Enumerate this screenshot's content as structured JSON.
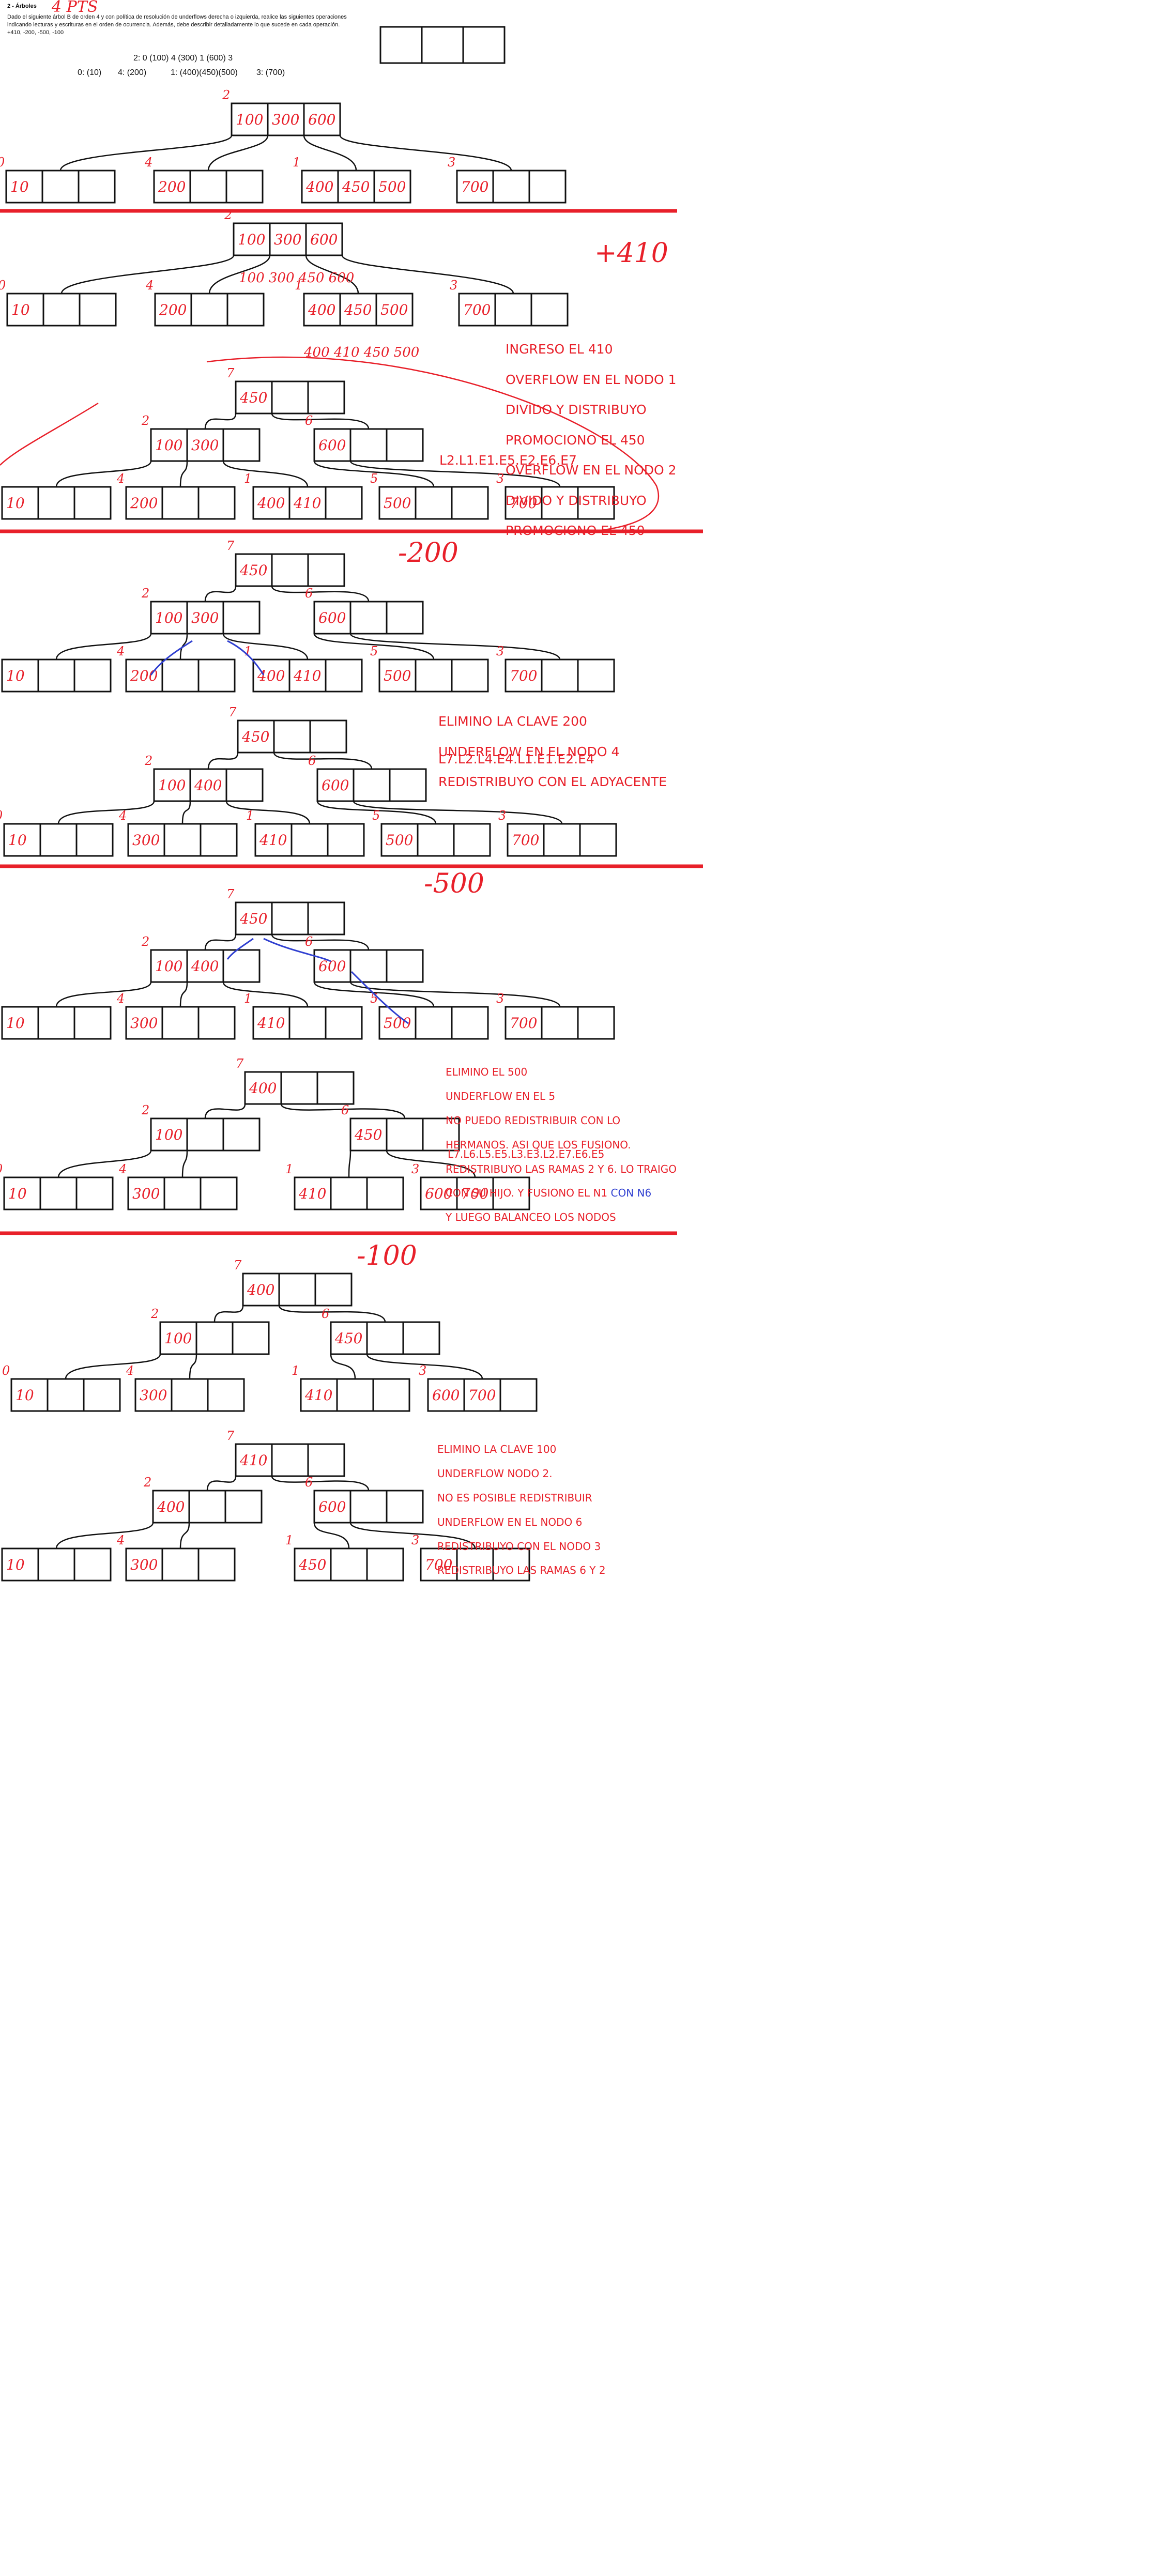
{
  "header": {
    "section": "2 - Árboles",
    "points": "4 PTS",
    "statement": "Dado el siguiente árbol B de orden 4 y con política de resolución de underflows derecha o izquierda, realice las siguientes operaciones indicando lecturas y escrituras en el orden de ocurrencia. Además, debe describir detalladamente lo que sucede en cada operación. +410, -200, -500, -100",
    "initial_tree": [
      "2: 0 (100) 4 (300) 1 (600) 3",
      "0: (10)",
      "4: (200)",
      "1: (400)(450)(500)",
      "3: (700)"
    ]
  },
  "operations": [
    "+410",
    "-200",
    "-500",
    "-100"
  ],
  "notes": {
    "insert_410": [
      "INGRESO EL 410",
      "OVERFLOW EN EL NODO 1",
      "DIVIDO Y DISTRIBUYO",
      "PROMOCIONO EL 450",
      "OVERFLOW EN EL NODO 2",
      "DIVIDO Y DISTRIBUYO",
      "PROMOCIONO EL 450"
    ],
    "insert_410_io": "L2.L1.E1.E5.E2.E6.E7",
    "delete_200": [
      "ELIMINO LA CLAVE 200",
      "UNDERFLOW EN EL NODO 4",
      "REDISTRIBUYO CON EL ADYACENTE"
    ],
    "delete_200_io": "L7.L2.L4.E4.L1.E1.E2.E4",
    "delete_500": [
      "ELIMINO EL 500",
      "UNDERFLOW EN EL 5",
      "NO PUEDO REDISTRIBUIR CON LO",
      "HERMANOS. ASI QUE LOS FUSIONO.",
      "REDISTRIBUYO LAS RAMAS 2 Y 6. LO TRAIGO",
      "CON SU HIJO. Y FUSIONO EL N1",
      "Y LUEGO BALANCEO LOS NODOS"
    ],
    "delete_500_blue": "CON N6",
    "delete_500_io": "L7.L6.L5.E5.L3.E3.L2.E7.E6.E5",
    "delete_100": [
      "ELIMINO LA CLAVE 100",
      "UNDERFLOW NODO 2.",
      "NO ES POSIBLE REDISTRIBUIR",
      "UNDERFLOW EN EL NODO 6",
      "REDISTRIBUYO CON EL NODO 3",
      "REDISTRIBUYO LAS RAMAS 6 Y 2"
    ]
  },
  "trees": [
    {
      "nodes": [
        {
          "id": "2",
          "keys": [
            "100",
            "300",
            "600"
          ],
          "children": [
            "0",
            "4",
            "1",
            "3"
          ]
        },
        {
          "id": "0",
          "keys": [
            "10",
            "",
            ""
          ]
        },
        {
          "id": "4",
          "keys": [
            "200",
            "",
            ""
          ]
        },
        {
          "id": "1",
          "keys": [
            "400",
            "450",
            "500"
          ]
        },
        {
          "id": "3",
          "keys": [
            "700",
            "",
            ""
          ]
        }
      ]
    },
    {
      "nodes": [
        {
          "id": "2",
          "keys": [
            "100",
            "300",
            "600"
          ],
          "children": [
            "0",
            "4",
            "1",
            "3"
          ]
        },
        {
          "id": "0",
          "keys": [
            "10",
            "",
            ""
          ]
        },
        {
          "id": "4",
          "keys": [
            "200",
            "",
            ""
          ]
        },
        {
          "id": "1",
          "keys": [
            "400",
            "450",
            "500"
          ]
        },
        {
          "id": "3",
          "keys": [
            "700",
            "",
            ""
          ]
        }
      ],
      "scratch": [
        "100 300 450 600",
        "400 410 450 500"
      ]
    },
    {
      "nodes": [
        {
          "id": "7",
          "keys": [
            "450",
            "",
            ""
          ],
          "children": [
            "2",
            "6"
          ]
        },
        {
          "id": "2",
          "keys": [
            "100",
            "300",
            ""
          ],
          "children": [
            "0",
            "4",
            "1"
          ]
        },
        {
          "id": "6",
          "keys": [
            "600",
            "",
            ""
          ],
          "children": [
            "5",
            "3"
          ]
        },
        {
          "id": "0",
          "keys": [
            "10",
            "",
            ""
          ]
        },
        {
          "id": "4",
          "keys": [
            "200",
            "",
            ""
          ]
        },
        {
          "id": "1",
          "keys": [
            "400",
            "410",
            ""
          ]
        },
        {
          "id": "5",
          "keys": [
            "500",
            "",
            ""
          ]
        },
        {
          "id": "3",
          "keys": [
            "700",
            "",
            ""
          ]
        }
      ]
    },
    {
      "nodes": [
        {
          "id": "7",
          "keys": [
            "450",
            "",
            ""
          ],
          "children": [
            "2",
            "6"
          ]
        },
        {
          "id": "2",
          "keys": [
            "100",
            "300",
            ""
          ],
          "children": [
            "0",
            "4",
            "1"
          ]
        },
        {
          "id": "6",
          "keys": [
            "600",
            "",
            ""
          ],
          "children": [
            "5",
            "3"
          ]
        },
        {
          "id": "0",
          "keys": [
            "10",
            "",
            ""
          ]
        },
        {
          "id": "4",
          "keys": [
            "200",
            "",
            ""
          ]
        },
        {
          "id": "1",
          "keys": [
            "400",
            "410",
            ""
          ]
        },
        {
          "id": "5",
          "keys": [
            "500",
            "",
            ""
          ]
        },
        {
          "id": "3",
          "keys": [
            "700",
            "",
            ""
          ]
        }
      ]
    },
    {
      "nodes": [
        {
          "id": "7",
          "keys": [
            "450",
            "",
            ""
          ],
          "children": [
            "2",
            "6"
          ]
        },
        {
          "id": "2",
          "keys": [
            "100",
            "400",
            ""
          ],
          "children": [
            "0",
            "4",
            "1"
          ]
        },
        {
          "id": "6",
          "keys": [
            "600",
            "",
            ""
          ],
          "children": [
            "5",
            "3"
          ]
        },
        {
          "id": "0",
          "keys": [
            "10",
            "",
            ""
          ]
        },
        {
          "id": "4",
          "keys": [
            "300",
            "",
            ""
          ]
        },
        {
          "id": "1",
          "keys": [
            "410",
            "",
            ""
          ]
        },
        {
          "id": "5",
          "keys": [
            "500",
            "",
            ""
          ]
        },
        {
          "id": "3",
          "keys": [
            "700",
            "",
            ""
          ]
        }
      ]
    },
    {
      "nodes": [
        {
          "id": "7",
          "keys": [
            "450",
            "",
            ""
          ],
          "children": [
            "2",
            "6"
          ]
        },
        {
          "id": "2",
          "keys": [
            "100",
            "400",
            ""
          ],
          "children": [
            "0",
            "4",
            "1"
          ]
        },
        {
          "id": "6",
          "keys": [
            "600",
            "",
            ""
          ],
          "children": [
            "5",
            "3"
          ]
        },
        {
          "id": "0",
          "keys": [
            "10",
            "",
            ""
          ]
        },
        {
          "id": "4",
          "keys": [
            "300",
            "",
            ""
          ]
        },
        {
          "id": "1",
          "keys": [
            "410",
            "",
            ""
          ]
        },
        {
          "id": "5",
          "keys": [
            "500",
            "",
            ""
          ]
        },
        {
          "id": "3",
          "keys": [
            "700",
            "",
            ""
          ]
        }
      ]
    },
    {
      "nodes": [
        {
          "id": "7",
          "keys": [
            "400",
            "",
            ""
          ],
          "children": [
            "2",
            "6"
          ]
        },
        {
          "id": "2",
          "keys": [
            "100",
            "",
            ""
          ],
          "children": [
            "0",
            "4"
          ]
        },
        {
          "id": "6",
          "keys": [
            "450",
            "",
            ""
          ],
          "children": [
            "1",
            "3"
          ]
        },
        {
          "id": "0",
          "keys": [
            "10",
            "",
            ""
          ]
        },
        {
          "id": "4",
          "keys": [
            "300",
            "",
            ""
          ]
        },
        {
          "id": "1",
          "keys": [
            "410",
            "",
            ""
          ]
        },
        {
          "id": "3",
          "keys": [
            "600",
            "700",
            ""
          ]
        }
      ]
    },
    {
      "nodes": [
        {
          "id": "7",
          "keys": [
            "400",
            "",
            ""
          ],
          "children": [
            "2",
            "6"
          ]
        },
        {
          "id": "2",
          "keys": [
            "100",
            "",
            ""
          ],
          "children": [
            "0",
            "4"
          ]
        },
        {
          "id": "6",
          "keys": [
            "450",
            "",
            ""
          ],
          "children": [
            "1",
            "3"
          ]
        },
        {
          "id": "0",
          "keys": [
            "10",
            "",
            ""
          ]
        },
        {
          "id": "4",
          "keys": [
            "300",
            "",
            ""
          ]
        },
        {
          "id": "1",
          "keys": [
            "410",
            "",
            ""
          ]
        },
        {
          "id": "3",
          "keys": [
            "600",
            "700",
            ""
          ]
        }
      ]
    },
    {
      "nodes": [
        {
          "id": "7",
          "keys": [
            "410",
            "",
            ""
          ],
          "children": [
            "2",
            "6"
          ]
        },
        {
          "id": "2",
          "keys": [
            "400",
            "",
            ""
          ],
          "children": [
            "0",
            "4"
          ]
        },
        {
          "id": "6",
          "keys": [
            "600",
            "",
            ""
          ],
          "children": [
            "1",
            "3"
          ]
        },
        {
          "id": "0",
          "keys": [
            "10",
            "",
            ""
          ]
        },
        {
          "id": "4",
          "keys": [
            "300",
            "",
            ""
          ]
        },
        {
          "id": "1",
          "keys": [
            "450",
            "",
            ""
          ]
        },
        {
          "id": "3",
          "keys": [
            "700",
            "",
            ""
          ]
        }
      ]
    }
  ],
  "colors": {
    "ink": "#111111",
    "annotation": "#e8202a",
    "highlight": "#2f3fd0"
  }
}
